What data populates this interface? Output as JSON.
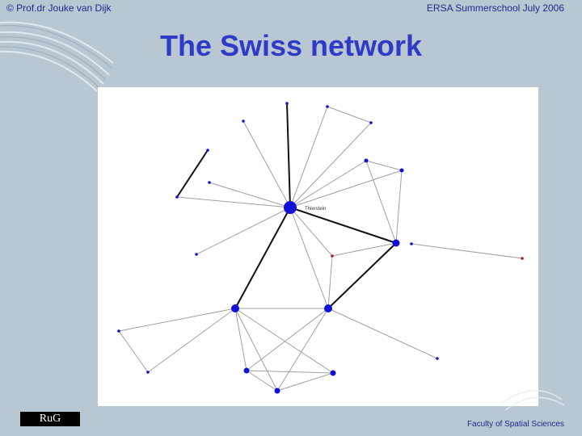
{
  "header": {
    "left": "© Prof.dr Jouke van Dijk",
    "right": "ERSA Summerschool July 2006"
  },
  "slide": {
    "title": "The Swiss network"
  },
  "network": {
    "hub_label": "Thierstein",
    "colors": {
      "node": "#1010d8",
      "red_node": "#b02020",
      "thin_edge": "#a0a0a0",
      "thick_edge": "#111111"
    }
  },
  "footer": {
    "logo": "RuG",
    "faculty": "Faculty of Spatial Sciences"
  },
  "colors": {
    "background": "#b9c7d2",
    "title": "#2f3bc7",
    "header_text": "#1e2a8a"
  }
}
